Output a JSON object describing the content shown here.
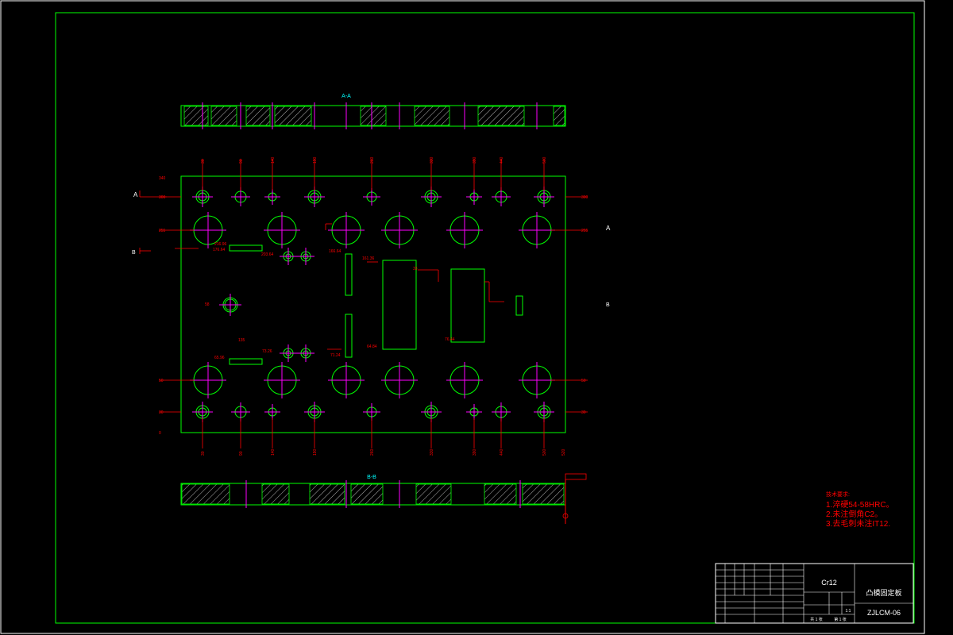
{
  "colors": {
    "background": "#000000",
    "outline": "#00ff00",
    "dimension": "#ff0000",
    "centerline": "#ff00ff",
    "title_text": "#ffffff",
    "cyan": "#00ffff"
  },
  "sections": {
    "aa": "A-A",
    "bb": "B-B",
    "cut_a": "A",
    "cut_b": "B"
  },
  "tech_notes": {
    "heading": "技术要求:",
    "items": [
      "1.淬硬54-58HRC。",
      "2.未注倒角C2。",
      "3.去毛刺未注IT12."
    ]
  },
  "title_block": {
    "material": "Cr12",
    "part_name": "凸模固定板",
    "drawing_no": "ZJLCM-06",
    "scale": "1:1",
    "sheet": "共 1 张",
    "page": "第 1 张"
  },
  "dims": {
    "col_top": [
      "30",
      "90",
      "140",
      "190",
      "260",
      "330",
      "390",
      "440",
      "500"
    ],
    "col_bot": [
      "30",
      "90",
      "140",
      "190",
      "260",
      "330",
      "390",
      "440",
      "500",
      "520"
    ],
    "row_left": [
      "340",
      "300",
      "255",
      "50",
      "30",
      "0"
    ],
    "row_right": [
      "300",
      "255",
      "50",
      "30"
    ],
    "small": [
      "216.96",
      "176.64",
      "203.64",
      "166.64",
      "161.36",
      "73.26",
      "71.24",
      "64.84",
      "65.96",
      "76.44",
      "58",
      "33",
      "135"
    ]
  }
}
